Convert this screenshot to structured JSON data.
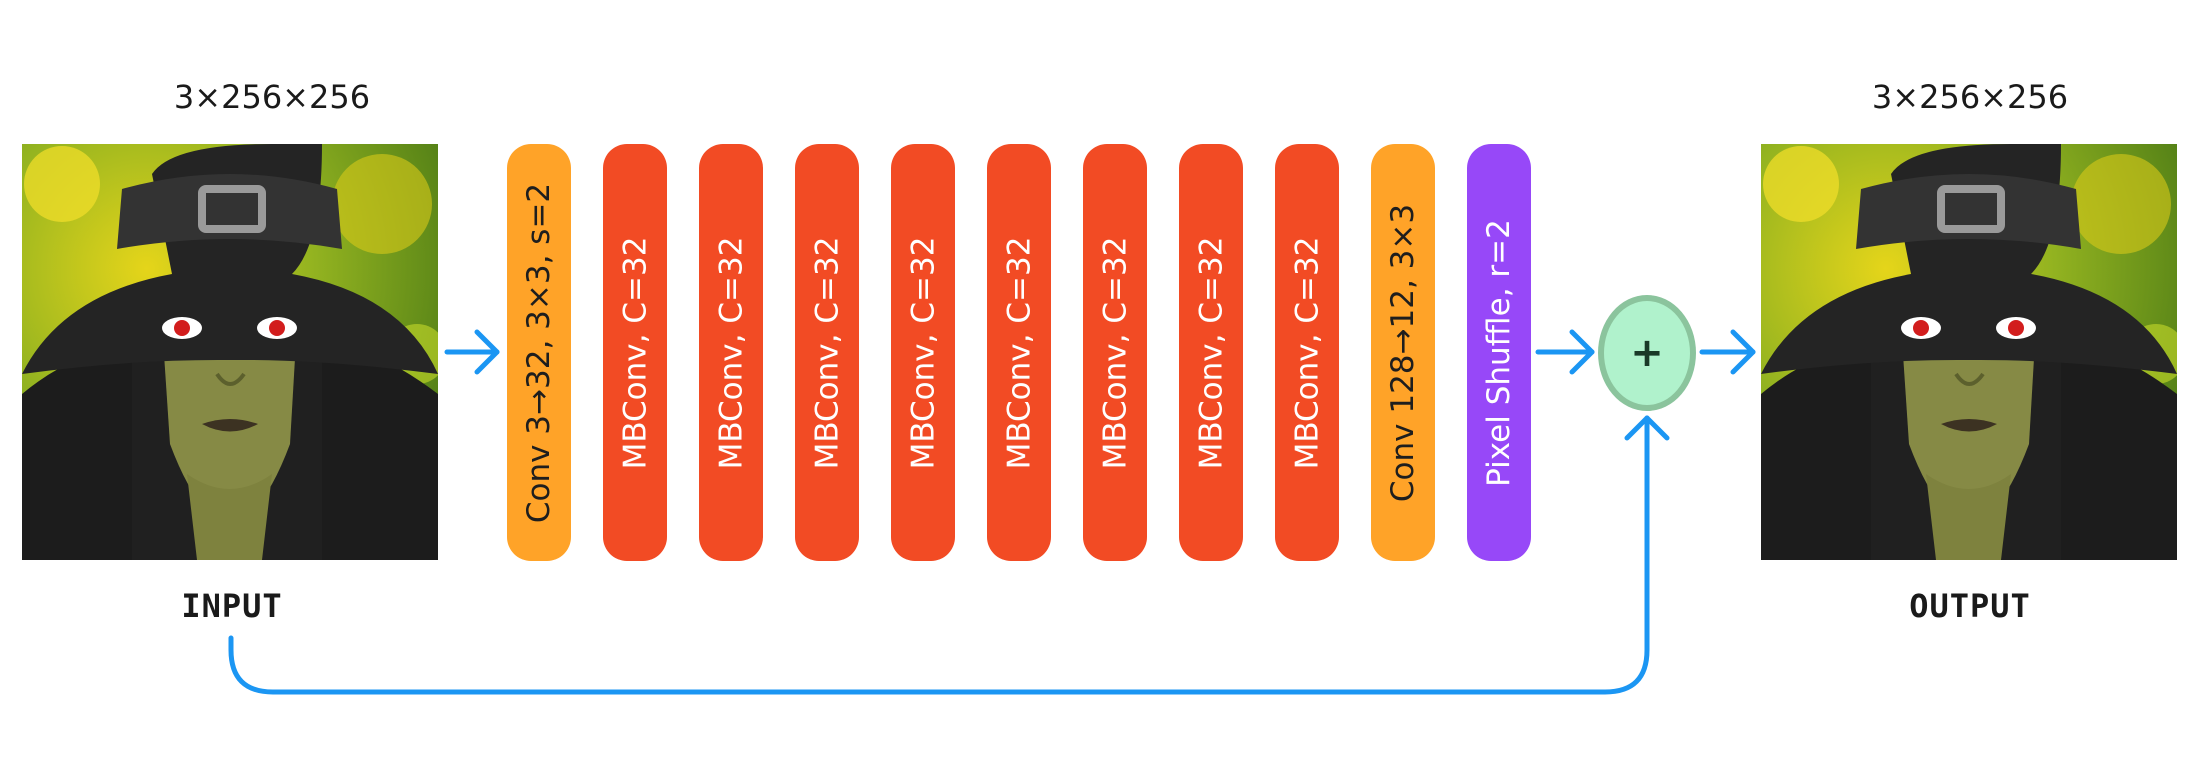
{
  "input": {
    "dims": "3×256×256",
    "label": "INPUT",
    "image_description": "witch-portrait"
  },
  "output": {
    "dims": "3×256×256",
    "label": "OUTPUT",
    "image_description": "witch-portrait"
  },
  "blocks": [
    {
      "label": "Conv 3→32, 3×3, s=2",
      "kind": "conv"
    },
    {
      "label": "MBConv, C=32",
      "kind": "mbconv"
    },
    {
      "label": "MBConv, C=32",
      "kind": "mbconv"
    },
    {
      "label": "MBConv, C=32",
      "kind": "mbconv"
    },
    {
      "label": "MBConv, C=32",
      "kind": "mbconv"
    },
    {
      "label": "MBConv, C=32",
      "kind": "mbconv"
    },
    {
      "label": "MBConv, C=32",
      "kind": "mbconv"
    },
    {
      "label": "MBConv, C=32",
      "kind": "mbconv"
    },
    {
      "label": "MBConv, C=32",
      "kind": "mbconv"
    },
    {
      "label": "Conv 128→12, 3×3",
      "kind": "conv"
    },
    {
      "label": "Pixel Shuffle, r=2",
      "kind": "pixelshuffle"
    }
  ],
  "add_node": {
    "symbol": "+"
  },
  "colors": {
    "conv": "#ffa328",
    "mbconv": "#f24b24",
    "pixelshuffle": "#9748f8",
    "add_node_fill": "#b0f2cc",
    "add_node_border": "#8bc49d",
    "arrow": "#1b96f3"
  }
}
